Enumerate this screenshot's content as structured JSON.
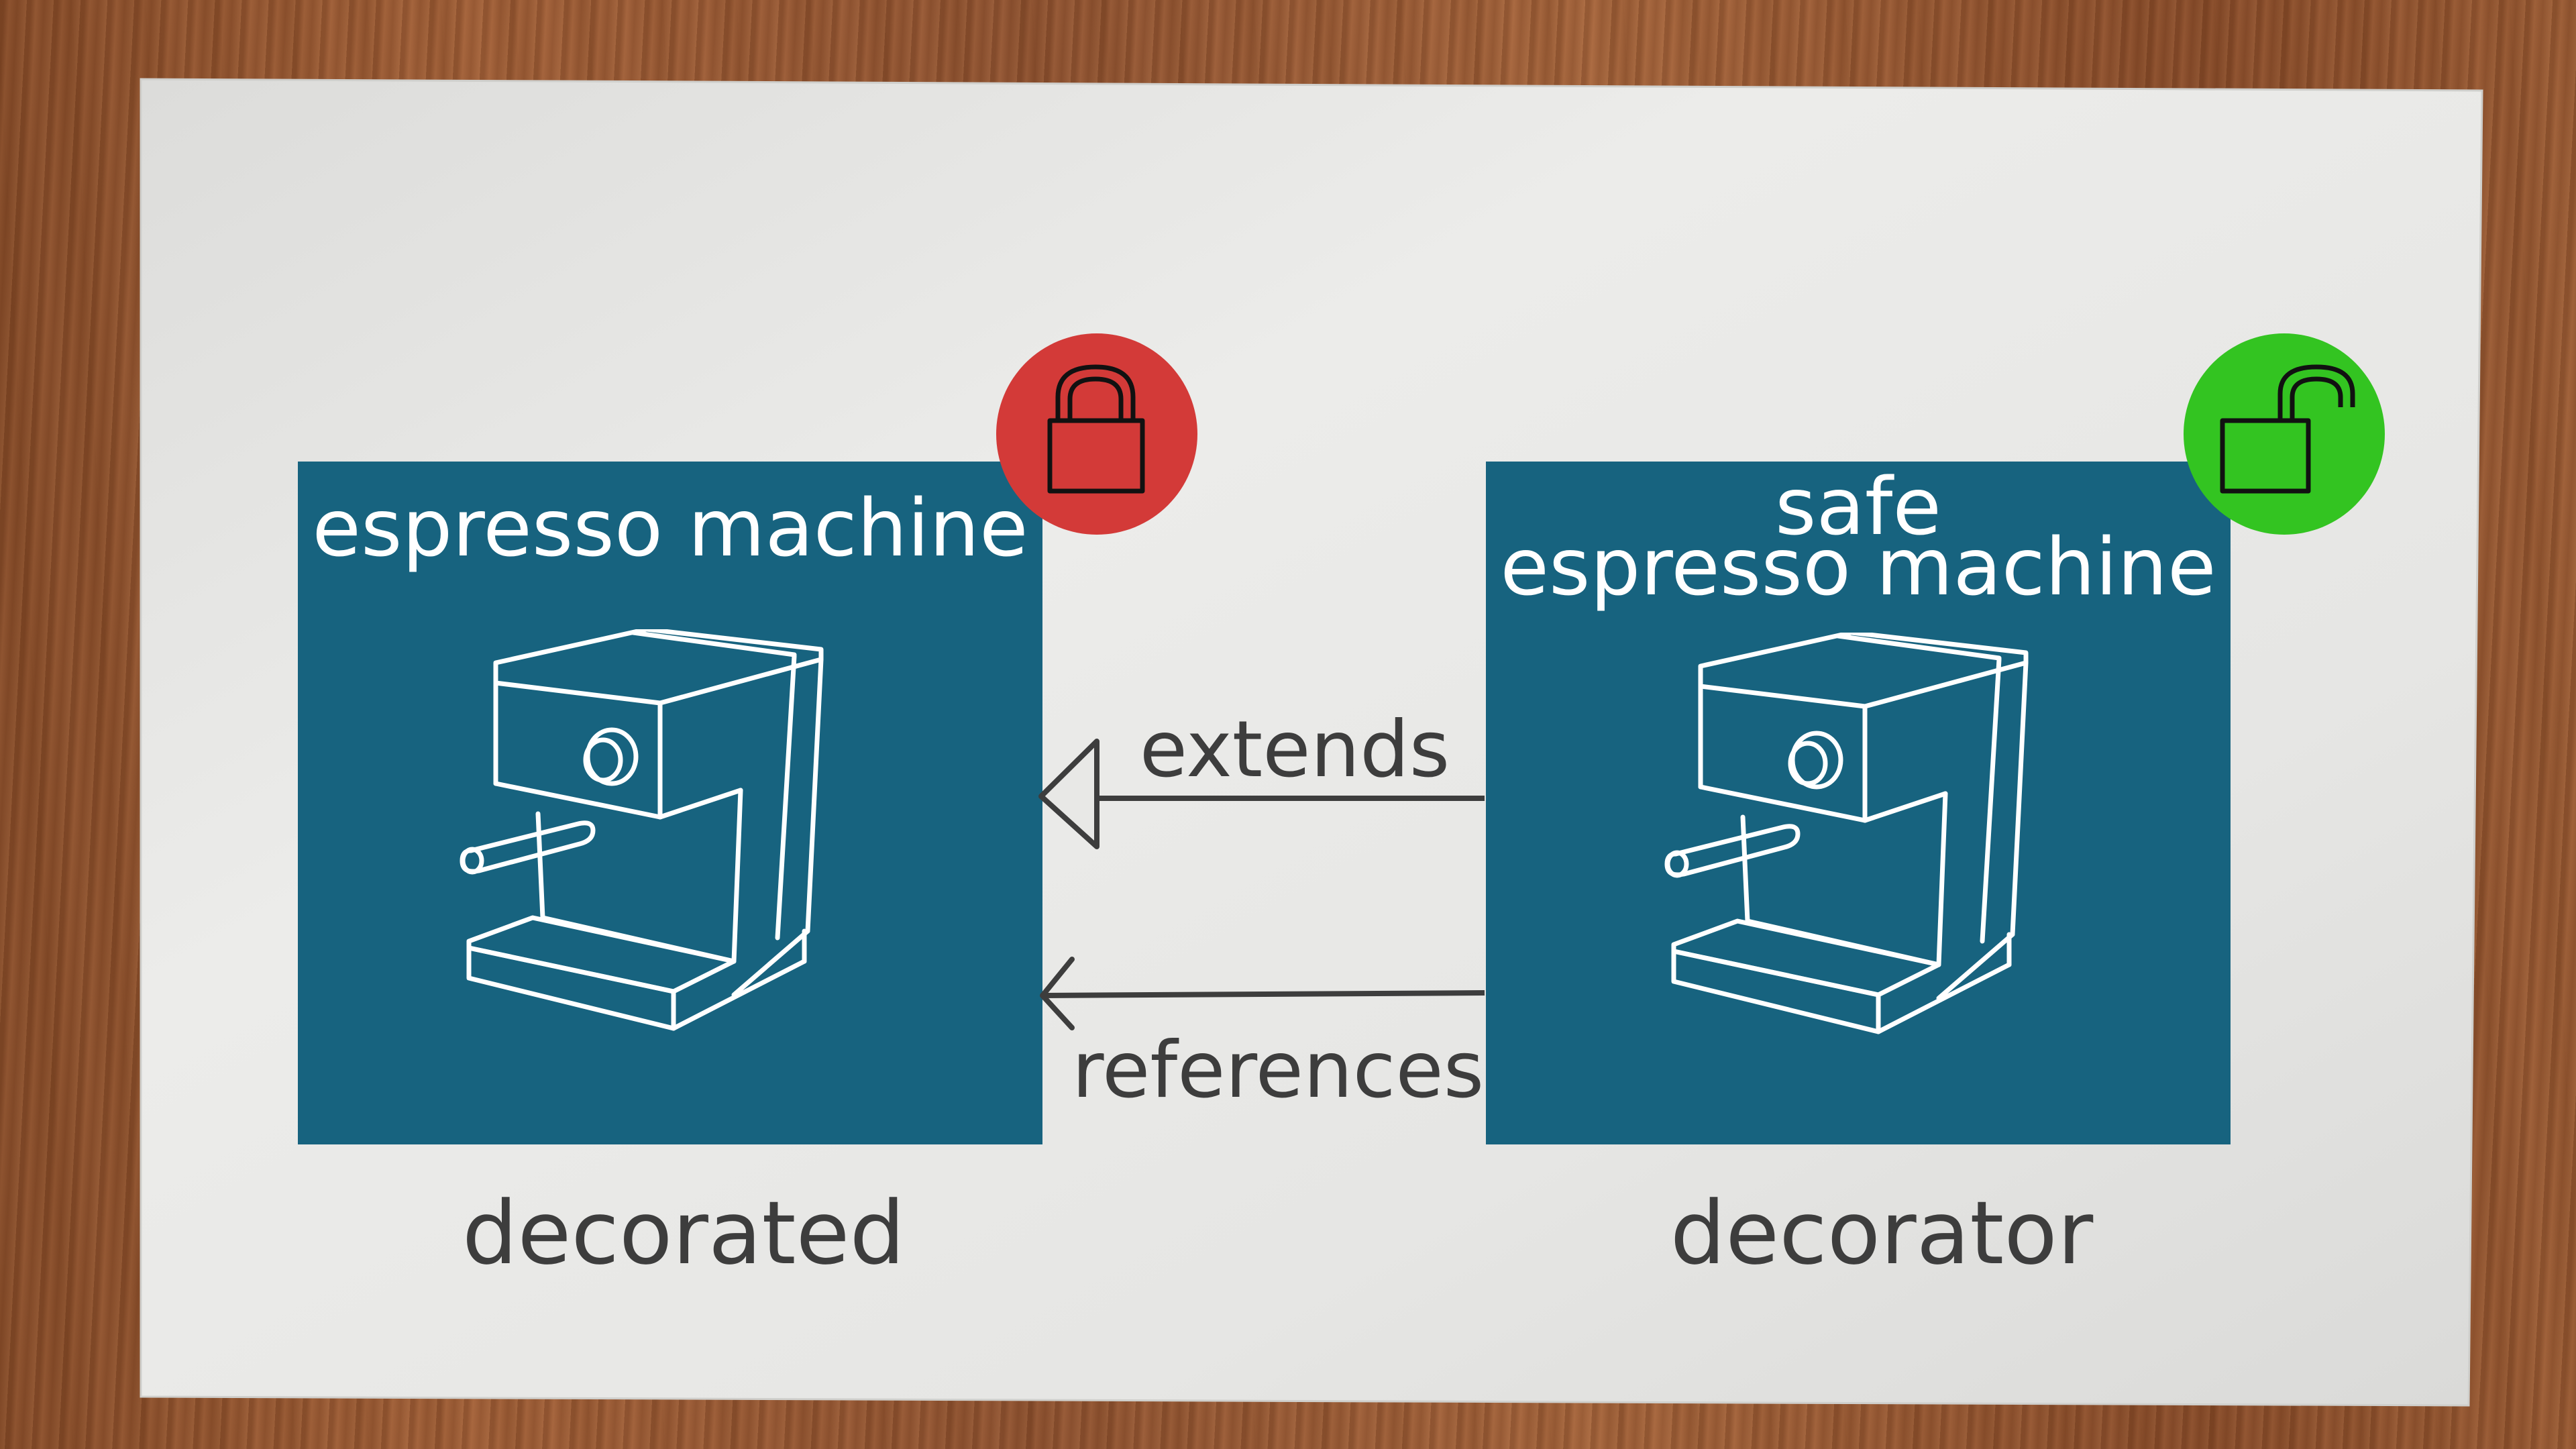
{
  "diagram": {
    "decorated": {
      "title": "espresso machine",
      "caption": "decorated",
      "lock_icon": "locked-padlock-icon",
      "badge_color": "#d33a38"
    },
    "decorator": {
      "title_line1": "safe",
      "title_line2": "espresso machine",
      "caption": "decorator",
      "lock_icon": "unlocked-padlock-icon",
      "badge_color": "#33c421"
    },
    "relations": {
      "extends_label": "extends",
      "references_label": "references"
    },
    "colors": {
      "box_fill": "#17637f",
      "label_text": "#3d3d3d",
      "paper": "#e8e8e6"
    },
    "icons": [
      "espresso-machine-icon",
      "locked-padlock-icon",
      "unlocked-padlock-icon",
      "hollow-triangle-arrowhead-icon",
      "open-arrowhead-icon"
    ]
  }
}
